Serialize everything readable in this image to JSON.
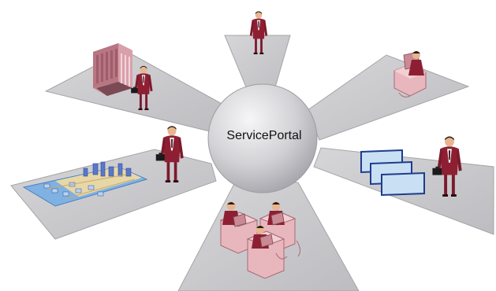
{
  "hub": {
    "label": "ServicePortal"
  },
  "colors": {
    "background": "#ffffff",
    "platform": "#c9c9cc",
    "platform_edge": "#9a9a9e",
    "hub_light": "#f4f4f6",
    "hub_dark": "#a9a9ae",
    "suit": "#8e1f33",
    "suit_dark": "#5e1221",
    "skin": "#e7b58f",
    "building": "#c98a94",
    "window_frame": "#1e3c8c",
    "window_glass": "#c9dff4"
  },
  "spokes": [
    {
      "name": "spoke-top",
      "icon": "businessperson-icon"
    },
    {
      "name": "spoke-top-left",
      "icon": "office-building-icon"
    },
    {
      "name": "spoke-top-right",
      "icon": "desk-worker-icon"
    },
    {
      "name": "spoke-left",
      "icon": "city-map-icon"
    },
    {
      "name": "spoke-right",
      "icon": "screens-icon"
    },
    {
      "name": "spoke-bottom",
      "icon": "team-desks-icon"
    }
  ]
}
